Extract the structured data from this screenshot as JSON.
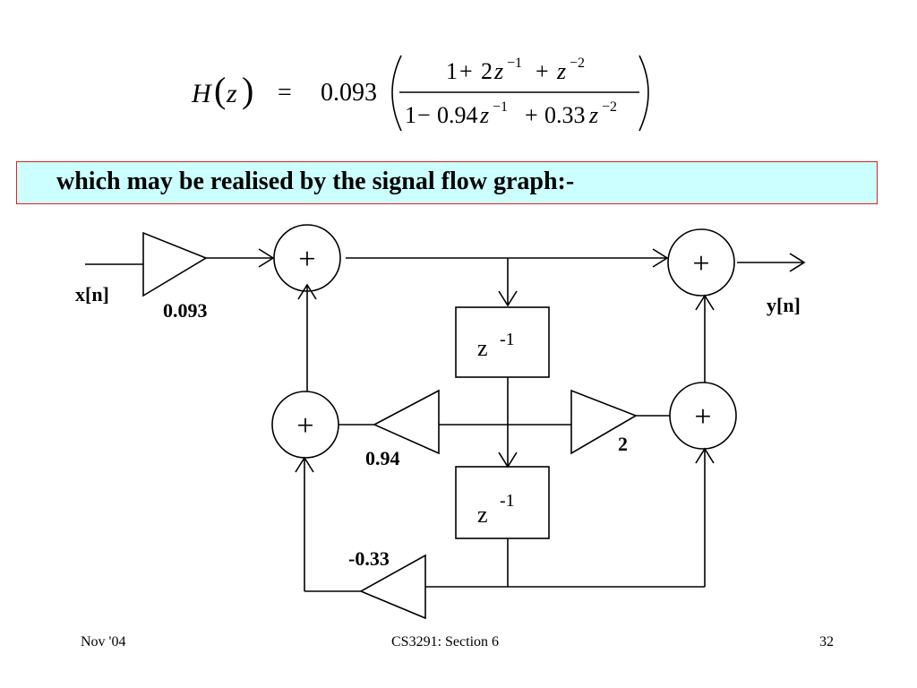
{
  "equation": {
    "lhs_H": "H",
    "lhs_z": "z",
    "equals": "=",
    "gain": "0.093",
    "num_1": "1",
    "num_plus1": "+",
    "num_2": "2",
    "num_z1": "z",
    "num_exp1": "−1",
    "num_plus2": "+",
    "num_z2": "z",
    "num_exp2": "−2",
    "den_1": "1",
    "den_minus": "−",
    "den_coef1": "0.94",
    "den_z1": "z",
    "den_exp1": "−1",
    "den_plus": "+",
    "den_coef2": "0.33",
    "den_z2": "z",
    "den_exp2": "−2"
  },
  "banner": {
    "text": "which may be realised by the signal flow graph:-"
  },
  "diagram": {
    "input_label": "x[n]",
    "output_label": "y[n]",
    "gain_input": "0.093",
    "gain_feedback1": "0.94",
    "gain_feedforward": "2",
    "gain_feedback2": "-0.33",
    "adder_symbol": "+",
    "delay_base": "z",
    "delay_exp": "-1"
  },
  "footer": {
    "left": "Nov '04",
    "center": "CS3291: Section 6",
    "right": "32"
  }
}
